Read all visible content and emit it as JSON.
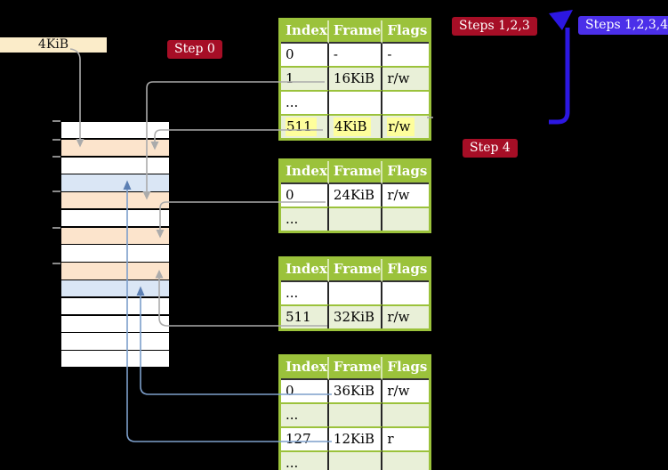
{
  "labels": {
    "page_size": "4KiB",
    "step0": "Step 0",
    "steps123": "Steps 1,2,3",
    "steps1234": "Steps 1,2,3,4",
    "step4": "Step 4"
  },
  "colors": {
    "table_header_green": "#9BC23B",
    "table_row_green": "#E9F0D8",
    "highlight_yellow": "#FEFE9C",
    "badge_red": "#A60E26",
    "badge_blue": "#4B2FE9",
    "big_arrow_blue": "#2C17E2",
    "strip_frame_orange": "#FCE4CC",
    "strip_page_blue": "#DAE6F5",
    "page_size_beige": "#FBECC9",
    "gray_line": "#ABABAB",
    "blue_line": "#7D9FCB"
  },
  "memory_strip": {
    "rows": [
      {
        "type": "free"
      },
      {
        "type": "pagetable"
      },
      {
        "type": "free"
      },
      {
        "type": "page"
      },
      {
        "type": "pagetable"
      },
      {
        "type": "free"
      },
      {
        "type": "pagetable"
      },
      {
        "type": "free"
      },
      {
        "type": "pagetable"
      },
      {
        "type": "page"
      },
      {
        "type": "free"
      },
      {
        "type": "free"
      },
      {
        "type": "free"
      },
      {
        "type": "free"
      }
    ]
  },
  "tables": [
    {
      "name": "page-table-1",
      "headers": [
        "Index",
        "Frame",
        "Flags"
      ],
      "rows": [
        {
          "cells": [
            "0",
            "-",
            "-"
          ],
          "shade": false,
          "highlight": false
        },
        {
          "cells": [
            "1",
            "16KiB",
            "r/w"
          ],
          "shade": true,
          "highlight": false
        },
        {
          "cells": [
            "...",
            "",
            ""
          ],
          "shade": false,
          "highlight": false
        },
        {
          "cells": [
            "511",
            "4KiB",
            "r/w"
          ],
          "shade": true,
          "highlight": true
        }
      ]
    },
    {
      "name": "page-table-2",
      "headers": [
        "Index",
        "Frame",
        "Flags"
      ],
      "rows": [
        {
          "cells": [
            "0",
            "24KiB",
            "r/w"
          ],
          "shade": false,
          "highlight": false
        },
        {
          "cells": [
            "...",
            "",
            ""
          ],
          "shade": true,
          "highlight": false
        }
      ]
    },
    {
      "name": "page-table-3",
      "headers": [
        "Index",
        "Frame",
        "Flags"
      ],
      "rows": [
        {
          "cells": [
            "...",
            "",
            ""
          ],
          "shade": false,
          "highlight": false
        },
        {
          "cells": [
            "511",
            "32KiB",
            "r/w"
          ],
          "shade": true,
          "highlight": false
        }
      ]
    },
    {
      "name": "page-table-4",
      "headers": [
        "Index",
        "Frame",
        "Flags"
      ],
      "rows": [
        {
          "cells": [
            "0",
            "36KiB",
            "r/w"
          ],
          "shade": false,
          "highlight": false
        },
        {
          "cells": [
            "...",
            "",
            ""
          ],
          "shade": true,
          "highlight": false
        },
        {
          "cells": [
            "127",
            "12KiB",
            "r"
          ],
          "shade": false,
          "highlight": false
        },
        {
          "cells": [
            "...",
            "",
            ""
          ],
          "shade": true,
          "highlight": false
        }
      ]
    }
  ]
}
